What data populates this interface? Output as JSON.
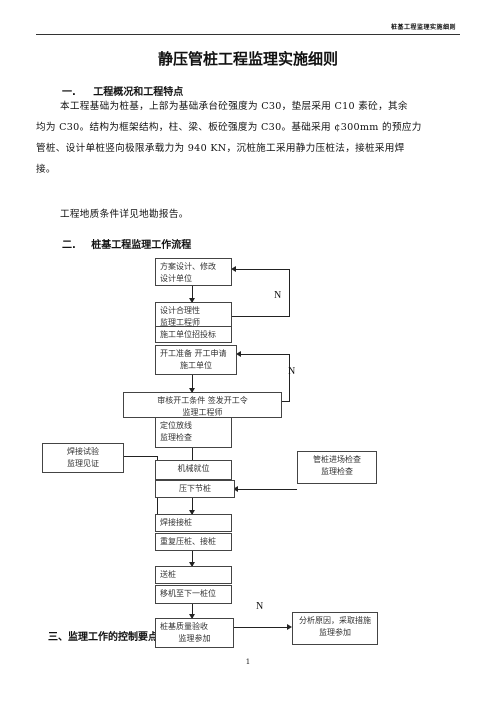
{
  "header": {
    "text": "桩基工程监理实施细则"
  },
  "title": "静压管桩工程监理实施细则",
  "sections": {
    "s1": {
      "num": "一.",
      "title": "工程概况和工程特点"
    },
    "s2": {
      "num": "二.",
      "title": "桩基工程监理工作流程"
    },
    "s3": {
      "title": "三、监理工作的控制要点"
    }
  },
  "paragraphs": {
    "p1": [
      "本工程基础为桩基，上部为基础承台砼强度为 C30，垫层采用 C10 素砼，其余",
      "均为 C30。结构为框架结构，柱、梁、板砼强度为 C30。基础采用 ¢300mm 的预应力",
      "管桩、设计单桩竖向极限承载力为 940 KN，沉桩施工采用静力压桩法，接桩采用焊",
      "接。"
    ],
    "p2": "工程地质条件详见地勘报告。"
  },
  "flowchart": {
    "b1": [
      "方案设计、修改",
      "设计单位"
    ],
    "b2": [
      "设计合理性",
      "监理工程师"
    ],
    "b3": [
      "施工单位招投标"
    ],
    "b4": [
      "开工准备  开工申请",
      "施工单位"
    ],
    "b5": [
      "审核开工条件  签发开工令",
      "监理工程师"
    ],
    "b6": [
      "定位放线",
      "监理检查"
    ],
    "b7": [
      "机械就位"
    ],
    "b8": [
      "压下节桩"
    ],
    "b9": [
      "焊接接桩"
    ],
    "b10": [
      "重复压桩、接桩"
    ],
    "b11": [
      "送桩"
    ],
    "b12": [
      "移机至下一桩位"
    ],
    "b13": [
      "桩基质量验收",
      "监理参加"
    ],
    "left": [
      "焊接试验",
      "监理见证"
    ],
    "right1": [
      "管桩进场检查",
      "监理检查"
    ],
    "right2": [
      "分析原因，采取措施",
      "监理参加"
    ],
    "n1": "N",
    "n2": "N",
    "n3": "N"
  },
  "page_number": "1"
}
